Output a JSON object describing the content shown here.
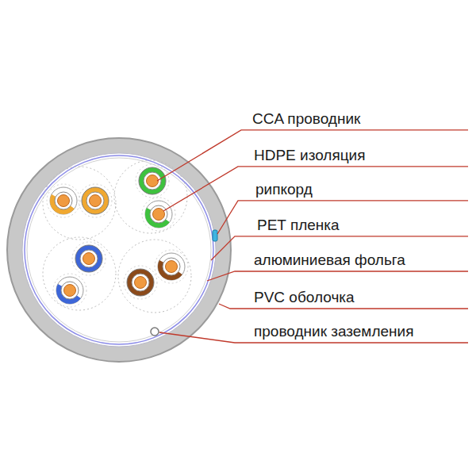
{
  "diagram": {
    "labels": [
      "CCA проводник",
      "HDPE изоляция",
      "рипкорд",
      "PET пленка",
      "алюминиевая фольга",
      "PVC оболочка",
      "проводник заземления"
    ]
  }
}
